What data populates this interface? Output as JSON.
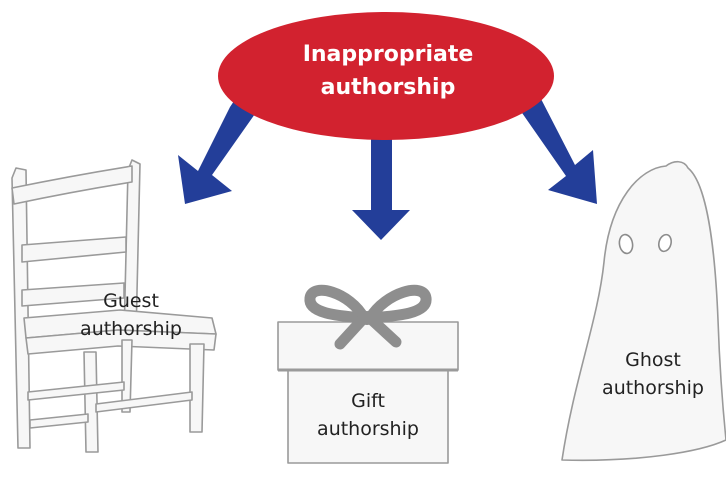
{
  "central_concept": {
    "line1": "Inappropriate",
    "line2": "authorship",
    "fill_color": "#d2222f",
    "text_color": "#ffffff"
  },
  "arrow_color": "#233e99",
  "outline_color": "#9a9a9a",
  "shape_fill": "#f7f7f7",
  "ribbon_color": "#8e8e8e",
  "types": [
    {
      "id": "guest",
      "icon": "chair-icon",
      "line1": "Guest",
      "line2": "authorship"
    },
    {
      "id": "gift",
      "icon": "gift-box-icon",
      "line1": "Gift",
      "line2": "authorship"
    },
    {
      "id": "ghost",
      "icon": "ghost-icon",
      "line1": "Ghost",
      "line2": "authorship"
    }
  ]
}
